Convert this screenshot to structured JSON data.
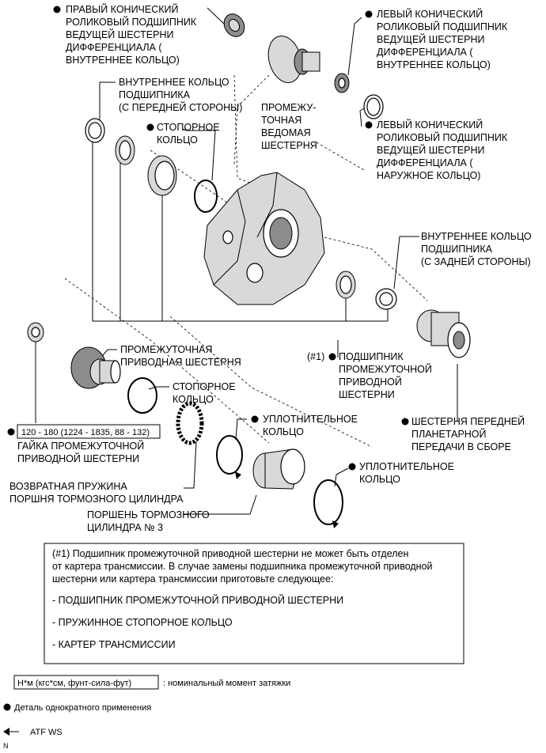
{
  "labels": {
    "right_bearing_inner": [
      "ПРАВЫЙ КОНИЧЕСКИЙ",
      "РОЛИКОВЫЙ ПОДШИПНИК",
      "ВЕДУЩЕЙ ШЕСТЕРНИ",
      "ДИФФЕРЕНЦИАЛА (",
      "ВНУТРЕННЕЕ КОЛЬЦО)"
    ],
    "left_bearing_inner": [
      "ЛЕВЫЙ КОНИЧЕСКИЙ",
      "РОЛИКОВЫЙ ПОДШИПНИК",
      "ВЕДУЩЕЙ ШЕСТЕРНИ",
      "ДИФФЕРЕНЦИАЛА (",
      "ВНУТРЕННЕЕ КОЛЬЦО)"
    ],
    "front_inner_ring": [
      "ВНУТРЕННЕЕ КОЛЬЦО",
      "ПОДШИПНИКА",
      "(С ПЕРЕДНЕЙ СТОРОНЫ)"
    ],
    "driven_gear": [
      "ПРОМЕЖУ-",
      "ТОЧНАЯ",
      "ВЕДОМАЯ",
      "ШЕСТЕРНЯ"
    ],
    "snap_ring_1": [
      "СТОПОРНОЕ",
      "КОЛЬЦО"
    ],
    "left_bearing_outer": [
      "ЛЕВЫЙ КОНИЧЕСКИЙ",
      "РОЛИКОВЫЙ ПОДШИПНИК",
      "ВЕДУЩЕЙ ШЕСТЕРНИ",
      "ДИФФЕРЕНЦИАЛА (",
      "НАРУЖНОЕ КОЛЬЦО)"
    ],
    "rear_inner_ring": [
      "ВНУТРЕННЕЕ КОЛЬЦО",
      "ПОДШИПНИКА",
      "(С ЗАДНЕЙ СТОРОНЫ)"
    ],
    "drive_gear": [
      "ПРОМЕЖУТОЧНАЯ",
      "ПРИВОДНАЯ ШЕСТЕРНЯ"
    ],
    "bearing_ref": "(#1)",
    "intermediate_bearing": [
      "ПОДШИПНИК",
      "ПРОМЕЖУТОЧНОЙ",
      "ПРИВОДНОЙ",
      "ШЕСТЕРНИ"
    ],
    "snap_ring_2": [
      "СТОПОРНОЕ",
      "КОЛЬЦО"
    ],
    "seal_ring_1": [
      "УПЛОТНИТЕЛЬНОЕ",
      "КОЛЬЦО"
    ],
    "torque_value": "120 - 180 (1224 - 1835, 88 - 132)",
    "nut": [
      "ГАЙКА ПРОМЕЖУТОЧНОЙ",
      "ПРИВОДНОЙ ШЕСТЕРНИ"
    ],
    "planetary": [
      "ШЕСТЕРНЯ ПЕРЕДНЕЙ",
      "ПЛАНЕТАРНОЙ",
      "ПЕРЕДАЧИ В СБОРЕ"
    ],
    "seal_ring_2": [
      "УПЛОТНИТЕЛЬНОЕ",
      "КОЛЬЦО"
    ],
    "return_spring": [
      "ВОЗВРАТНАЯ ПРУЖИНА",
      "ПОРШНЯ ТОРМОЗНОГО ЦИЛИНДРА"
    ],
    "piston": [
      "ПОРШЕНЬ ТОРМОЗНОГО",
      "ЦИЛИНДРА № 3"
    ]
  },
  "note": {
    "lines": [
      "(#1) Подшипник промежуточной приводной шестерни не может быть отделен",
      "от картера трансмиссии. В случае замены подшипника промежуточной приводной",
      "шестерни или картера трансмиссии приготовьте следующее:"
    ],
    "items": [
      "- ПОДШИПНИК ПРОМЕЖУТОЧНОЙ ПРИВОДНОЙ ШЕСТЕРНИ",
      "- ПРУЖИННОЕ СТОПОРНОЕ КОЛЬЦО",
      "- КАРТЕР ТРАНСМИССИИ"
    ]
  },
  "legend": {
    "torque_unit": "Н*м (кгс*см, фунт-сила-фут)",
    "torque_desc": ": номинальный момент затяжки",
    "single_use": "Деталь однократного применения",
    "atf": "ATF WS"
  },
  "corner_mark": "N"
}
